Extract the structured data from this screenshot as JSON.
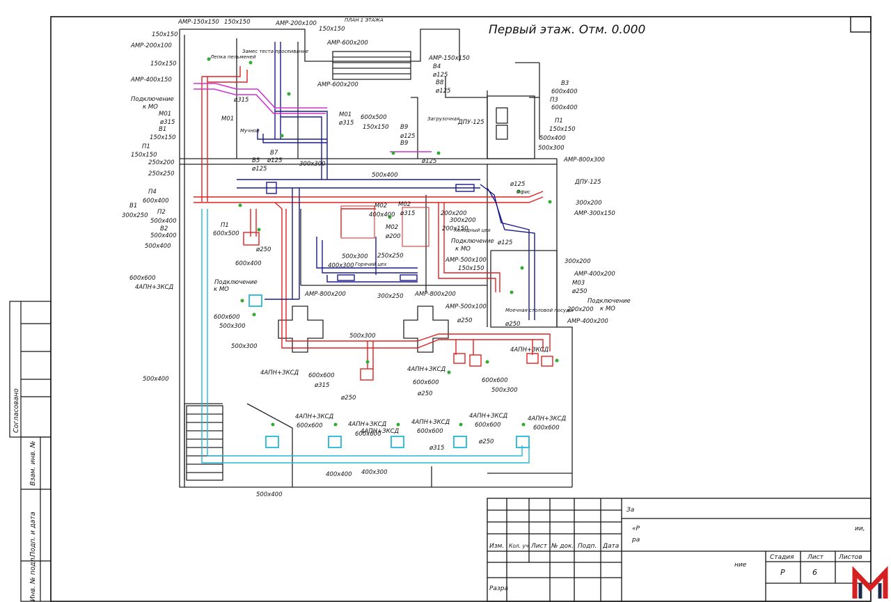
{
  "drawing": {
    "title": "Первый этаж. Отм. 0.000",
    "top_note": "ПЛАН 1 ЭТАЖА"
  },
  "rooms": [
    "Лепка пельменей",
    "Замес теста просеивание",
    "Мучной",
    "Загрузочная",
    "Горячий цех",
    "Холодный цех",
    "Моечная столовой посуды",
    "Офис"
  ],
  "labels": [
    "АМР-150х150",
    "150х150",
    "АМР-200х100",
    "150х150",
    "150х150",
    "АМР-200х100",
    "150х150",
    "АМР-400х150",
    "АМР-600х200",
    "АМР-600х200",
    "ø315",
    "Подключение",
    "к МО",
    "М01",
    "ø315",
    "В1",
    "150х150",
    "М01",
    "М01",
    "ø315",
    "600х500",
    "150х150",
    "П1",
    "150х150",
    "250х200",
    "250х250",
    "В7",
    "ø125",
    "В5",
    "ø125",
    "300х300",
    "500х400",
    "П4",
    "600х400",
    "В1",
    "300х250",
    "П2",
    "500х400",
    "В2",
    "500х400",
    "500х400",
    "П1",
    "600х500",
    "ø250",
    "600х400",
    "АМР-150х150",
    "В4",
    "ø125",
    "В8",
    "ø125",
    "В9",
    "ø125",
    "В9",
    "ø125",
    "ДПУ-125",
    "В3",
    "600х400",
    "П3",
    "600х400",
    "П1",
    "150х150",
    "500х400",
    "500х300",
    "АМР-800х300",
    "ø125",
    "ДПУ-125",
    "300х200",
    "АМР-300х150",
    "М02",
    "400х400",
    "М02",
    "ø315",
    "М02",
    "ø200",
    "250х250",
    "500х300",
    "400х300",
    "200х200",
    "300х200",
    "200х150",
    "Подключение",
    "к МО",
    "ø125",
    "АМР-500х100",
    "150х150",
    "300х200",
    "АМР-400х200",
    "М03",
    "ø250",
    "Подключение",
    "к МО",
    "200х200",
    "АМР-400х200",
    "Подключение",
    "к МО",
    "АМР-800х200",
    "300х250",
    "АМР-800х200",
    "АМР-500х100",
    "ø250",
    "ø250",
    "4АПН+ЗКСД",
    "600х600",
    "4АПН+ЗКСД",
    "600х600",
    "500х300",
    "500х300",
    "500х300",
    "4АПН+ЗКСД",
    "600х600",
    "ø315",
    "4АПН+ЗКСД",
    "600х600",
    "ø250",
    "4АПН+ЗКСД",
    "600х600",
    "500х300",
    "ø250",
    "500х400",
    "4АПН+ЗКСД",
    "600х600",
    "4АПН+ЗКСД",
    "600х600",
    "4АПН+ЗКСД",
    "600х600",
    "4АПН+ЗКСД",
    "600х600",
    "4АПН+ЗКСД",
    "600х600",
    "ø315",
    "ø250",
    "400х400",
    "400х300",
    "500х400"
  ],
  "side_stamp": {
    "agreed": "Согласовано",
    "inv_swap": "Взам. инв. №",
    "sign_date": "Подп. и дата",
    "inv_orig": "Инв. № подл."
  },
  "title_block": {
    "col_izm": "Изм.",
    "col_kol": "Кол. уч.",
    "col_list": "Лист",
    "col_doc": "№ док.",
    "col_sign": "Подп.",
    "col_date": "Дата",
    "stage_label": "Стадия",
    "sheet_label": "Лист",
    "sheets_label": "Листов",
    "stage_value": "Р",
    "sheet_value": "6",
    "dev_label": "Разра",
    "project_text_left": "«Р",
    "project_text_left2": "ра",
    "project_text_right": "ии,",
    "name_fragment": "ние",
    "top_fragment": "За"
  },
  "colors": {
    "supply": "#e02020",
    "exhaust": "#1a1a8c",
    "local": "#cc33cc",
    "cyan": "#22b8d8",
    "walls": "#222222",
    "arrow": "#33aa33",
    "logo": "#d42020"
  }
}
